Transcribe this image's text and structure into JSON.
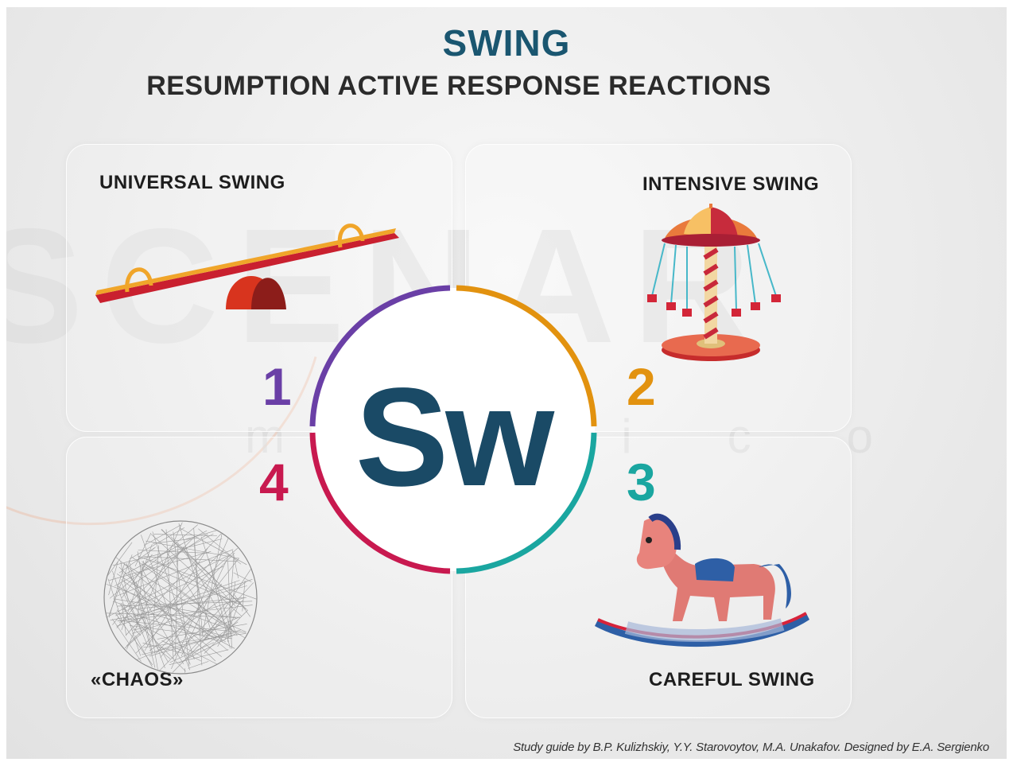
{
  "header": {
    "title": "SWING",
    "subtitle": "RESUMPTION ACTIVE RESPONSE REACTIONS"
  },
  "watermark": {
    "text": "SCENAR",
    "subtext": "mexico"
  },
  "center": {
    "symbol": "Sw"
  },
  "quadrants": [
    {
      "number": "1",
      "label": "UNIVERSAL SWING",
      "color": "#6a3fa6",
      "icon": "seesaw-icon"
    },
    {
      "number": "2",
      "label": "INTENSIVE SWING",
      "color": "#e2920f",
      "icon": "carousel-icon"
    },
    {
      "number": "3",
      "label": "CAREFUL SWING",
      "color": "#1aa6a0",
      "icon": "rocking-horse-icon"
    },
    {
      "number": "4",
      "label": "«CHAOS»",
      "color": "#c8194f",
      "icon": "chaos-sphere-icon"
    }
  ],
  "footer": {
    "credit": "Study guide by B.P. Kulizhskiy,  Y.Y. Starovoytov, M.A. Unakafov. Designed by E.A. Sergienko"
  },
  "colors": {
    "title": "#1a5670",
    "center_text": "#1a4a66"
  }
}
